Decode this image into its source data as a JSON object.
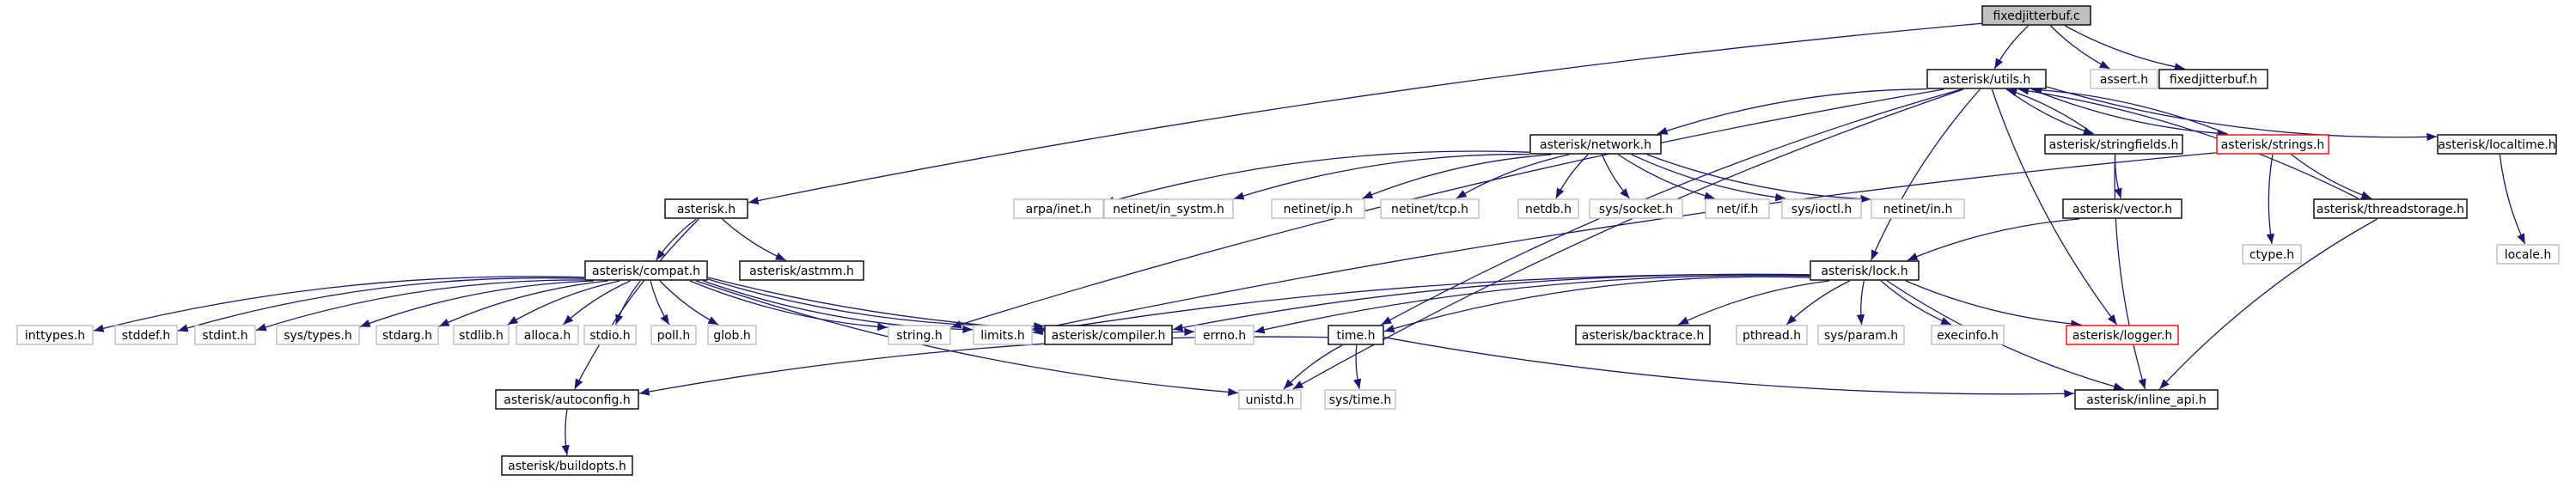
{
  "colors": {
    "edge": "#191970",
    "bold_border": "#000000",
    "gray_border": "#bfbfbf",
    "red_border": "#ff0000",
    "root_fill": "#bfbfbf"
  },
  "nodes": [
    {
      "id": "fixedjitterbuf_c",
      "label": "fixedjitterbuf.c",
      "style": "root"
    },
    {
      "id": "utils",
      "label": "asterisk/utils.h",
      "style": "bold"
    },
    {
      "id": "assert",
      "label": "assert.h",
      "style": "gray"
    },
    {
      "id": "fixedjitterbuf_h",
      "label": "fixedjitterbuf.h",
      "style": "bold"
    },
    {
      "id": "network",
      "label": "asterisk/network.h",
      "style": "bold"
    },
    {
      "id": "stringfields",
      "label": "asterisk/stringfields.h",
      "style": "bold"
    },
    {
      "id": "strings",
      "label": "asterisk/strings.h",
      "style": "red"
    },
    {
      "id": "localtime",
      "label": "asterisk/localtime.h",
      "style": "bold"
    },
    {
      "id": "asterisk",
      "label": "asterisk.h",
      "style": "bold"
    },
    {
      "id": "arpa_inet",
      "label": "arpa/inet.h",
      "style": "gray"
    },
    {
      "id": "in_systm",
      "label": "netinet/in_systm.h",
      "style": "gray"
    },
    {
      "id": "netinet_ip",
      "label": "netinet/ip.h",
      "style": "gray"
    },
    {
      "id": "netinet_tcp",
      "label": "netinet/tcp.h",
      "style": "gray"
    },
    {
      "id": "netdb",
      "label": "netdb.h",
      "style": "gray"
    },
    {
      "id": "sys_socket",
      "label": "sys/socket.h",
      "style": "gray"
    },
    {
      "id": "net_if",
      "label": "net/if.h",
      "style": "gray"
    },
    {
      "id": "sys_ioctl",
      "label": "sys/ioctl.h",
      "style": "gray"
    },
    {
      "id": "netinet_in",
      "label": "netinet/in.h",
      "style": "gray"
    },
    {
      "id": "vector",
      "label": "asterisk/vector.h",
      "style": "bold"
    },
    {
      "id": "ctype",
      "label": "ctype.h",
      "style": "gray"
    },
    {
      "id": "threadstorage",
      "label": "asterisk/threadstorage.h",
      "style": "bold"
    },
    {
      "id": "locale",
      "label": "locale.h",
      "style": "gray"
    },
    {
      "id": "compat",
      "label": "asterisk/compat.h",
      "style": "bold"
    },
    {
      "id": "astmm",
      "label": "asterisk/astmm.h",
      "style": "bold"
    },
    {
      "id": "lock",
      "label": "asterisk/lock.h",
      "style": "bold"
    },
    {
      "id": "inttypes",
      "label": "inttypes.h",
      "style": "gray"
    },
    {
      "id": "stddef",
      "label": "stddef.h",
      "style": "gray"
    },
    {
      "id": "stdint",
      "label": "stdint.h",
      "style": "gray"
    },
    {
      "id": "sys_types",
      "label": "sys/types.h",
      "style": "gray"
    },
    {
      "id": "stdarg",
      "label": "stdarg.h",
      "style": "gray"
    },
    {
      "id": "stdlib",
      "label": "stdlib.h",
      "style": "gray"
    },
    {
      "id": "alloca",
      "label": "alloca.h",
      "style": "gray"
    },
    {
      "id": "stdio",
      "label": "stdio.h",
      "style": "gray"
    },
    {
      "id": "poll",
      "label": "poll.h",
      "style": "gray"
    },
    {
      "id": "glob",
      "label": "glob.h",
      "style": "gray"
    },
    {
      "id": "string",
      "label": "string.h",
      "style": "gray"
    },
    {
      "id": "limits",
      "label": "limits.h",
      "style": "gray"
    },
    {
      "id": "compiler",
      "label": "asterisk/compiler.h",
      "style": "bold"
    },
    {
      "id": "errno",
      "label": "errno.h",
      "style": "gray"
    },
    {
      "id": "time",
      "label": "time.h",
      "style": "bold"
    },
    {
      "id": "backtrace",
      "label": "asterisk/backtrace.h",
      "style": "bold"
    },
    {
      "id": "pthread",
      "label": "pthread.h",
      "style": "gray"
    },
    {
      "id": "sys_param",
      "label": "sys/param.h",
      "style": "gray"
    },
    {
      "id": "execinfo",
      "label": "execinfo.h",
      "style": "gray"
    },
    {
      "id": "logger",
      "label": "asterisk/logger.h",
      "style": "red"
    },
    {
      "id": "autoconfig",
      "label": "asterisk/autoconfig.h",
      "style": "bold"
    },
    {
      "id": "unistd",
      "label": "unistd.h",
      "style": "gray"
    },
    {
      "id": "sys_time",
      "label": "sys/time.h",
      "style": "gray"
    },
    {
      "id": "inline_api",
      "label": "asterisk/inline_api.h",
      "style": "bold"
    },
    {
      "id": "buildopts",
      "label": "asterisk/buildopts.h",
      "style": "bold"
    }
  ],
  "edges": [
    [
      "fixedjitterbuf_c",
      "utils"
    ],
    [
      "fixedjitterbuf_c",
      "assert"
    ],
    [
      "fixedjitterbuf_c",
      "fixedjitterbuf_h"
    ],
    [
      "fixedjitterbuf_c",
      "asterisk"
    ],
    [
      "utils",
      "network"
    ],
    [
      "utils",
      "stringfields"
    ],
    [
      "utils",
      "strings"
    ],
    [
      "utils",
      "localtime"
    ],
    [
      "utils",
      "string"
    ],
    [
      "utils",
      "unistd"
    ],
    [
      "utils",
      "time"
    ],
    [
      "utils",
      "lock"
    ],
    [
      "utils",
      "logger"
    ],
    [
      "network",
      "arpa_inet"
    ],
    [
      "network",
      "in_systm"
    ],
    [
      "network",
      "netinet_ip"
    ],
    [
      "network",
      "netinet_tcp"
    ],
    [
      "network",
      "netdb"
    ],
    [
      "network",
      "sys_socket"
    ],
    [
      "network",
      "net_if"
    ],
    [
      "network",
      "sys_ioctl"
    ],
    [
      "network",
      "netinet_in"
    ],
    [
      "stringfields",
      "vector"
    ],
    [
      "stringfields",
      "utils"
    ],
    [
      "stringfields",
      "inline_api"
    ],
    [
      "strings",
      "ctype"
    ],
    [
      "strings",
      "threadstorage"
    ],
    [
      "strings",
      "utils"
    ],
    [
      "strings",
      "limits"
    ],
    [
      "localtime",
      "locale"
    ],
    [
      "threadstorage",
      "utils"
    ],
    [
      "threadstorage",
      "inline_api"
    ],
    [
      "vector",
      "lock"
    ],
    [
      "asterisk",
      "compat"
    ],
    [
      "asterisk",
      "astmm"
    ],
    [
      "asterisk",
      "autoconfig"
    ],
    [
      "compat",
      "inttypes"
    ],
    [
      "compat",
      "stddef"
    ],
    [
      "compat",
      "stdint"
    ],
    [
      "compat",
      "sys_types"
    ],
    [
      "compat",
      "stdarg"
    ],
    [
      "compat",
      "stdlib"
    ],
    [
      "compat",
      "alloca"
    ],
    [
      "compat",
      "stdio"
    ],
    [
      "compat",
      "poll"
    ],
    [
      "compat",
      "glob"
    ],
    [
      "compat",
      "string"
    ],
    [
      "compat",
      "limits"
    ],
    [
      "compat",
      "compiler"
    ],
    [
      "compat",
      "errno"
    ],
    [
      "compat",
      "unistd"
    ],
    [
      "lock",
      "compiler"
    ],
    [
      "lock",
      "errno"
    ],
    [
      "lock",
      "time"
    ],
    [
      "lock",
      "backtrace"
    ],
    [
      "lock",
      "pthread"
    ],
    [
      "lock",
      "sys_param"
    ],
    [
      "lock",
      "execinfo"
    ],
    [
      "lock",
      "logger"
    ],
    [
      "lock",
      "inline_api"
    ],
    [
      "lock",
      "limits"
    ],
    [
      "time",
      "autoconfig"
    ],
    [
      "time",
      "unistd"
    ],
    [
      "time",
      "sys_time"
    ],
    [
      "time",
      "inline_api"
    ],
    [
      "autoconfig",
      "buildopts"
    ]
  ]
}
